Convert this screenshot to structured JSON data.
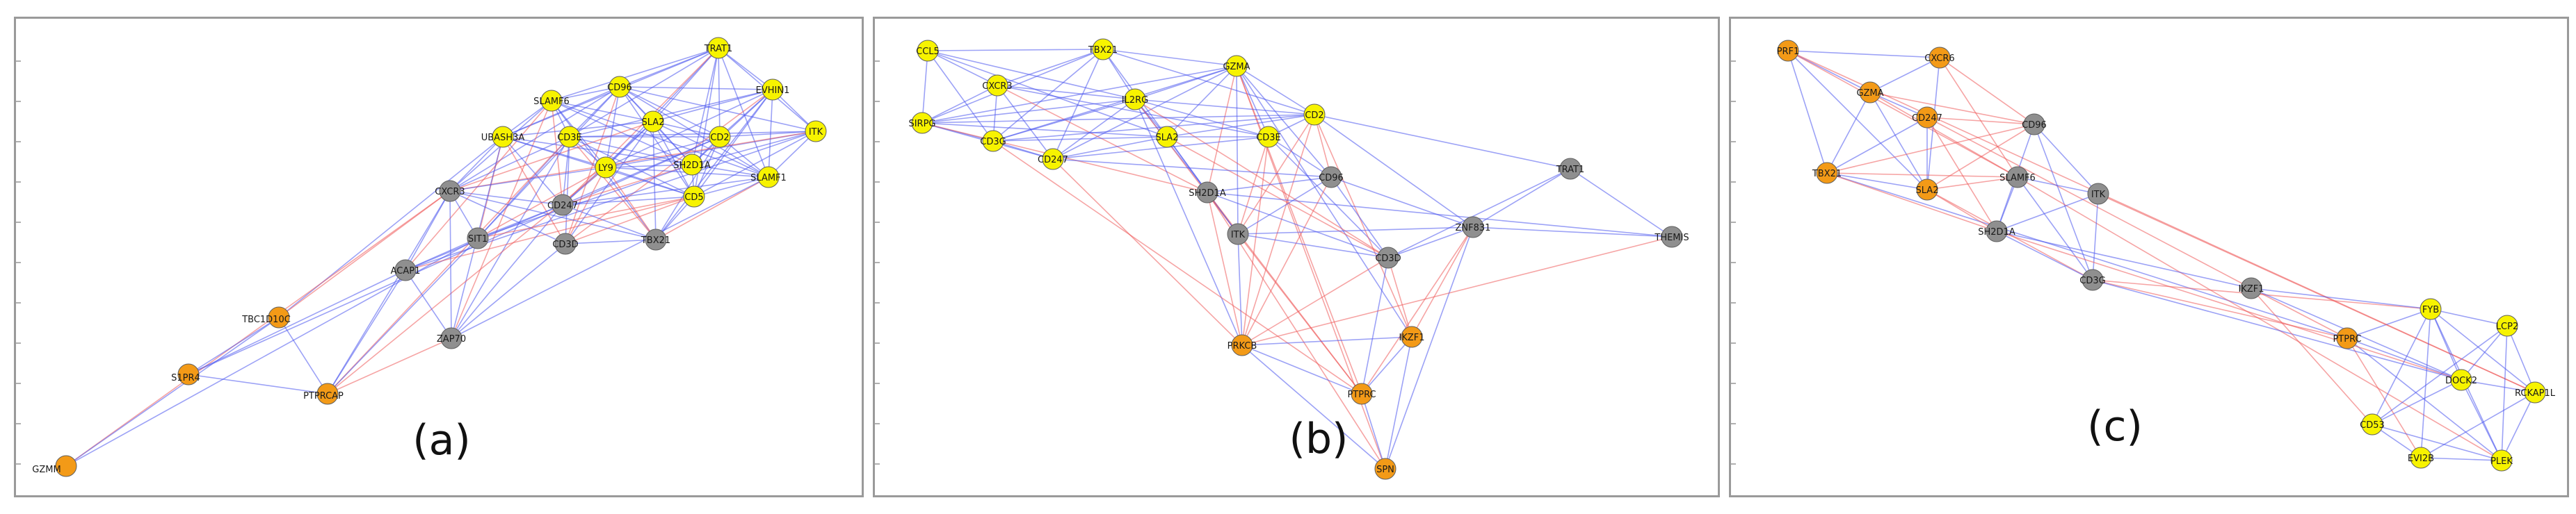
{
  "colors": {
    "hub_node": "#f7f300",
    "bridge_node": "#f39a17",
    "core_node": "#8f8f8f",
    "edge_blue": "#4b55ee",
    "edge_red": "#ef5a5a"
  },
  "panels": [
    {
      "caption": "(a)",
      "nodes": [
        {
          "id": "TRAT1",
          "type": "hub"
        },
        {
          "id": "CD96",
          "type": "hub"
        },
        {
          "id": "SLAMF6",
          "type": "hub"
        },
        {
          "id": "EVHIN1",
          "type": "hub"
        },
        {
          "id": "SLA2",
          "type": "hub"
        },
        {
          "id": "CD2",
          "type": "hub"
        },
        {
          "id": "ITK",
          "type": "hub"
        },
        {
          "id": "UBASH3A",
          "type": "hub"
        },
        {
          "id": "CD3E",
          "type": "hub"
        },
        {
          "id": "SH2D1A",
          "type": "hub"
        },
        {
          "id": "LY9",
          "type": "hub"
        },
        {
          "id": "SLAMF1",
          "type": "hub"
        },
        {
          "id": "CD5",
          "type": "hub"
        },
        {
          "id": "CXCR3",
          "type": "core"
        },
        {
          "id": "CD247",
          "type": "core"
        },
        {
          "id": "SIT1",
          "type": "core"
        },
        {
          "id": "CD3D",
          "type": "core"
        },
        {
          "id": "TBX21",
          "type": "core"
        },
        {
          "id": "ACAP1",
          "type": "core"
        },
        {
          "id": "ZAP70",
          "type": "core"
        },
        {
          "id": "TBC1D10C",
          "type": "bridge"
        },
        {
          "id": "S1PR4",
          "type": "bridge"
        },
        {
          "id": "PTPRCAP",
          "type": "bridge"
        },
        {
          "id": "GZMM",
          "type": "bridge"
        }
      ]
    },
    {
      "caption": "(b)",
      "nodes": [
        {
          "id": "CCL5",
          "type": "hub"
        },
        {
          "id": "TBX21",
          "type": "hub"
        },
        {
          "id": "GZMA",
          "type": "hub"
        },
        {
          "id": "CXCR3",
          "type": "hub"
        },
        {
          "id": "IL2RG",
          "type": "hub"
        },
        {
          "id": "SIRPG",
          "type": "hub"
        },
        {
          "id": "CD3G",
          "type": "hub"
        },
        {
          "id": "SLA2",
          "type": "hub"
        },
        {
          "id": "CD3E",
          "type": "hub"
        },
        {
          "id": "CD2",
          "type": "hub"
        },
        {
          "id": "CD247",
          "type": "hub"
        },
        {
          "id": "CD96",
          "type": "core"
        },
        {
          "id": "TRAT1",
          "type": "core"
        },
        {
          "id": "SH2D1A",
          "type": "core"
        },
        {
          "id": "ZNF831",
          "type": "core"
        },
        {
          "id": "ITK",
          "type": "core"
        },
        {
          "id": "CD3D",
          "type": "core"
        },
        {
          "id": "THEMIS",
          "type": "core"
        },
        {
          "id": "IKZF1",
          "type": "bridge"
        },
        {
          "id": "PRKCB",
          "type": "bridge"
        },
        {
          "id": "PTPRC",
          "type": "bridge"
        },
        {
          "id": "SPN",
          "type": "bridge"
        }
      ]
    },
    {
      "caption": "(c)",
      "nodes": [
        {
          "id": "PRF1",
          "type": "bridge"
        },
        {
          "id": "CXCR6",
          "type": "bridge"
        },
        {
          "id": "GZMA",
          "type": "bridge"
        },
        {
          "id": "CD247",
          "type": "bridge"
        },
        {
          "id": "TBX21",
          "type": "bridge"
        },
        {
          "id": "SLA2",
          "type": "bridge"
        },
        {
          "id": "PTPRC",
          "type": "bridge"
        },
        {
          "id": "CD96",
          "type": "core"
        },
        {
          "id": "SLAMF6",
          "type": "core"
        },
        {
          "id": "ITK",
          "type": "core"
        },
        {
          "id": "SH2D1A",
          "type": "core"
        },
        {
          "id": "CD3G",
          "type": "core"
        },
        {
          "id": "IKZF1",
          "type": "core"
        },
        {
          "id": "FYB",
          "type": "hub"
        },
        {
          "id": "LCP2",
          "type": "hub"
        },
        {
          "id": "DOCK2",
          "type": "hub"
        },
        {
          "id": "RCKAP1L",
          "type": "hub"
        },
        {
          "id": "CD53",
          "type": "hub"
        },
        {
          "id": "EVI2B",
          "type": "hub"
        },
        {
          "id": "PLEK",
          "type": "hub"
        }
      ]
    }
  ]
}
